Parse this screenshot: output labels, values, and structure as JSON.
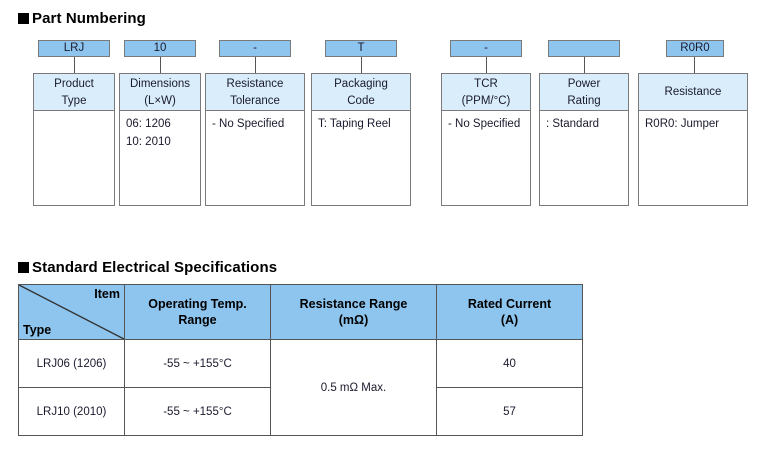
{
  "sections": {
    "part_numbering": {
      "heading": "Part Numbering",
      "marker": "black-square",
      "columns": [
        {
          "code": "LRJ",
          "label_lines": [
            "Product",
            "Type"
          ],
          "desc_lines": []
        },
        {
          "code": "10",
          "label_lines": [
            "Dimensions",
            "(L×W)"
          ],
          "desc_lines": [
            "06: 1206",
            "10: 2010"
          ]
        },
        {
          "code": "-",
          "label_lines": [
            "Resistance",
            "Tolerance"
          ],
          "desc_lines": [
            "- No Specified"
          ]
        },
        {
          "code": "T",
          "label_lines": [
            "Packaging",
            "Code"
          ],
          "desc_lines": [
            "T: Taping Reel"
          ]
        },
        {
          "code": "-",
          "label_lines": [
            "TCR",
            "(PPM/°C)"
          ],
          "desc_lines": [
            "- No Specified"
          ]
        },
        {
          "code": "",
          "label_lines": [
            "Power",
            "Rating"
          ],
          "desc_lines": [
            ": Standard"
          ]
        },
        {
          "code": "R0R0",
          "label_lines": [
            "Resistance"
          ],
          "desc_lines": [
            "R0R0: Jumper"
          ]
        }
      ]
    },
    "standard_electrical_specifications": {
      "heading": "Standard Electrical Specifications",
      "marker": "black-square",
      "corner_header": {
        "item": "Item",
        "type": "Type"
      },
      "headers": [
        "Operating Temp.\nRange",
        "Resistance Range\n(mΩ)",
        "Rated Current\n(A)"
      ],
      "header_lines": {
        "temp": [
          "Operating Temp.",
          "Range"
        ],
        "resistance": [
          "Resistance Range",
          "(mΩ)"
        ],
        "current": [
          "Rated Current",
          "(A)"
        ]
      },
      "rows": [
        {
          "type": "LRJ06 (1206)",
          "operating_temp": "-55 ~ +155°C",
          "rated_current": "40"
        },
        {
          "type": "LRJ10 (2010)",
          "operating_temp": "-55 ~ +155°C",
          "rated_current": "57"
        }
      ],
      "resistance_range_merged": "0.5 mΩ Max."
    }
  },
  "colors": {
    "code_box_fill": "#8ec5ef",
    "label_box_fill": "#d9edfb",
    "table_header_fill": "#8ec5ef",
    "border": "#7a7a7a",
    "text": "#1a1a2e",
    "page_background": "#ffffff"
  }
}
